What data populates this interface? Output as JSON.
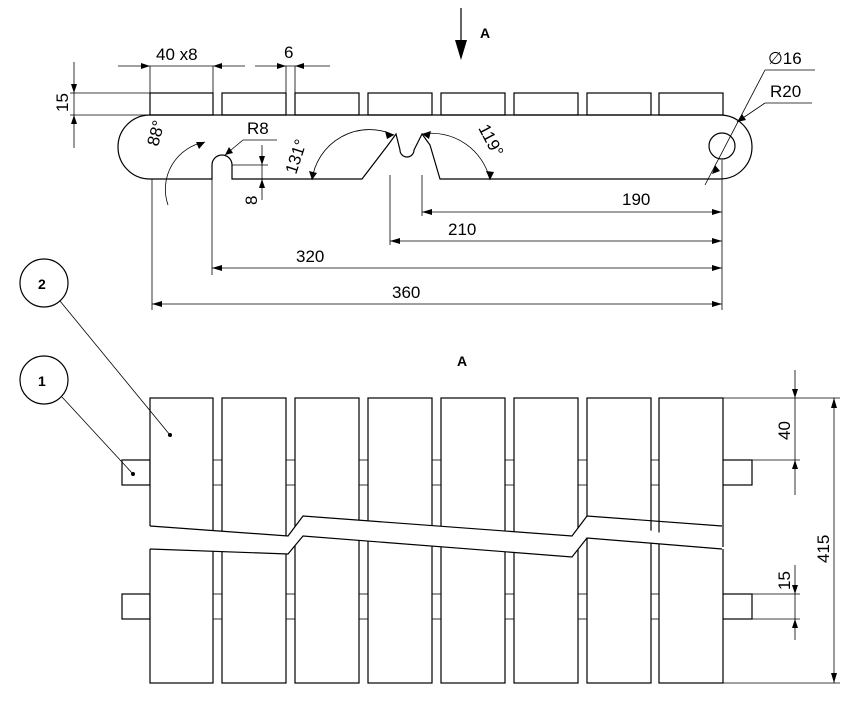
{
  "drawing": {
    "view_mark": "A",
    "view_title": "A",
    "balloons": [
      "2",
      "1"
    ]
  },
  "dimensions": {
    "slat_pitch": "40 x8",
    "gap": "6",
    "slat_height": "15",
    "pin_diameter": "∅16",
    "end_radius": "R20",
    "notch_radius": "R8",
    "notch_depth": "8",
    "angle_left": "88°",
    "angle_mid_left": "131°",
    "angle_mid_right": "119°",
    "len_190": "190",
    "len_210": "210",
    "len_320": "320",
    "len_360": "360",
    "slat_width_40": "40",
    "rod_15": "15",
    "overall_415": "415"
  }
}
